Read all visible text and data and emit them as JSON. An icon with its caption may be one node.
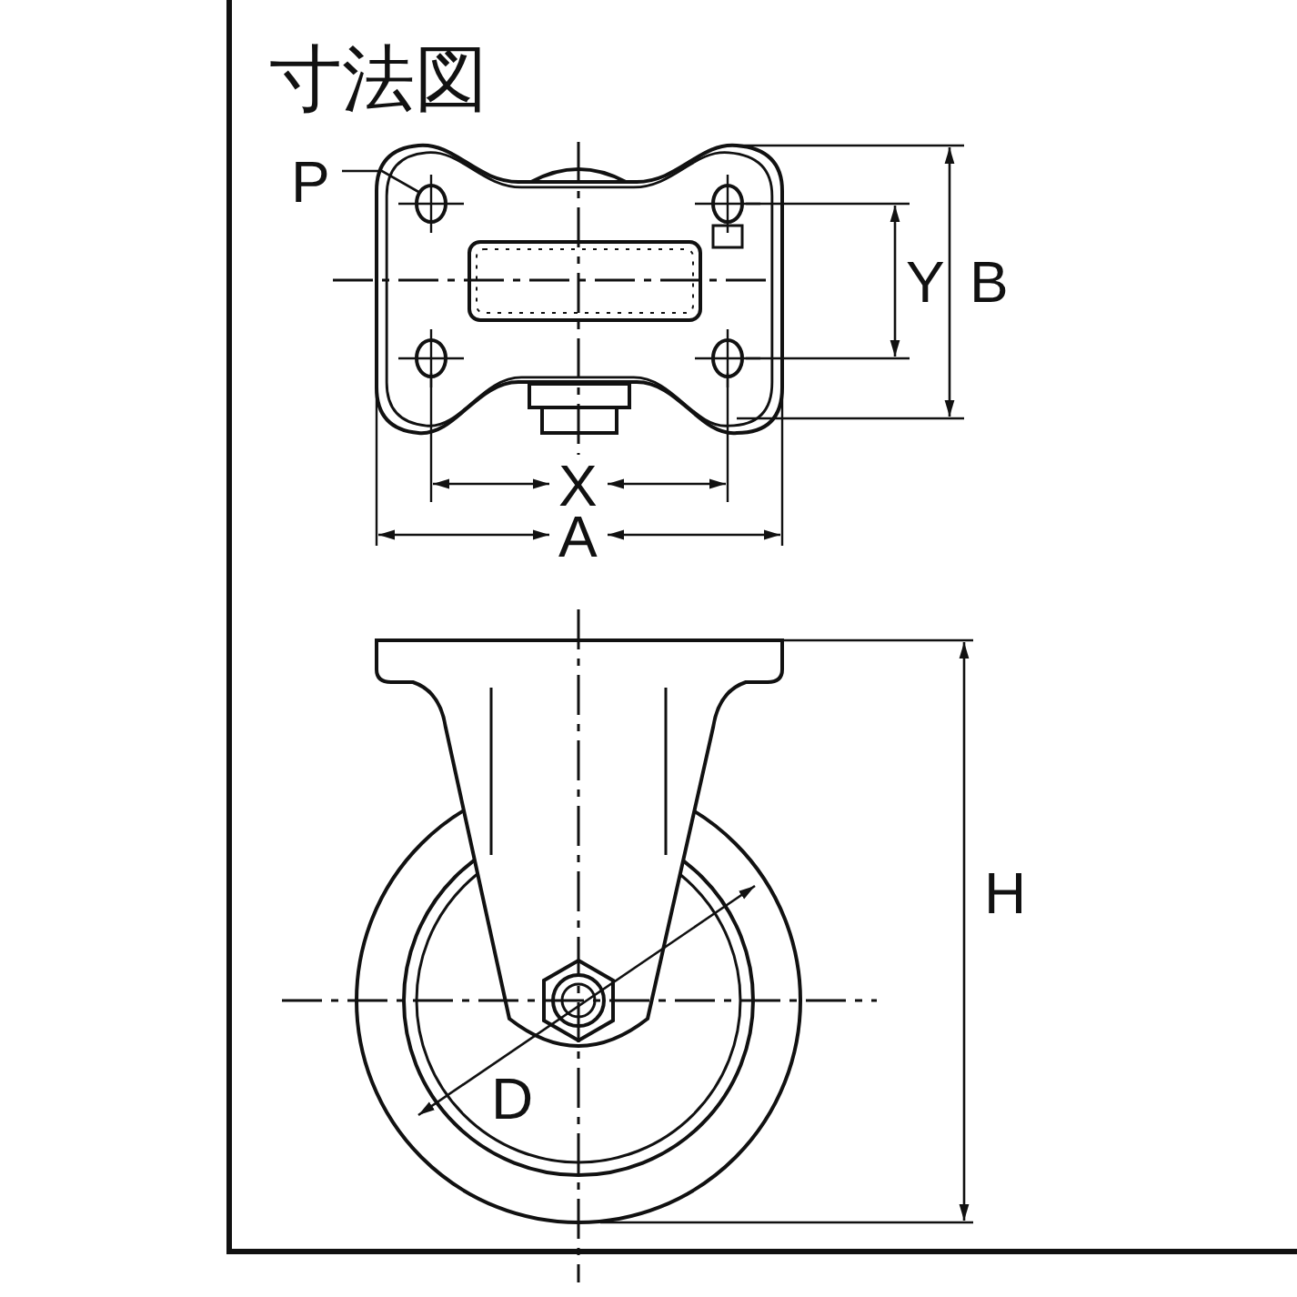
{
  "diagram": {
    "title": "寸法図",
    "nodes": [
      {
        "text": [
          "P"
        ]
      },
      {
        "text": [],
        "shape": "circle"
      }
    ],
    "edges": [
      {
        "from": 0,
        "to": 1,
        "arrow": "none"
      }
    ],
    "labels": [
      "Y",
      "B",
      "X",
      "A",
      "H",
      "D"
    ]
  }
}
